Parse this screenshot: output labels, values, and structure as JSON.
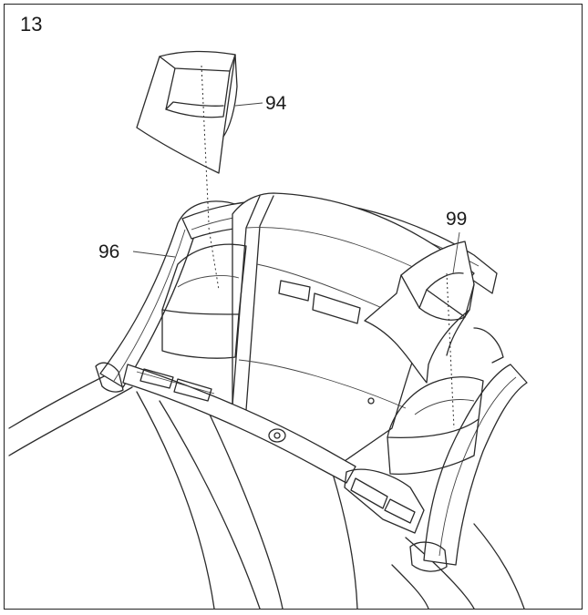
{
  "step": {
    "number": "13"
  },
  "callouts": {
    "part_94": "94",
    "part_96": "96",
    "part_99": "99"
  },
  "colors": {
    "line": "#2b2b2b",
    "background": "#ffffff"
  }
}
